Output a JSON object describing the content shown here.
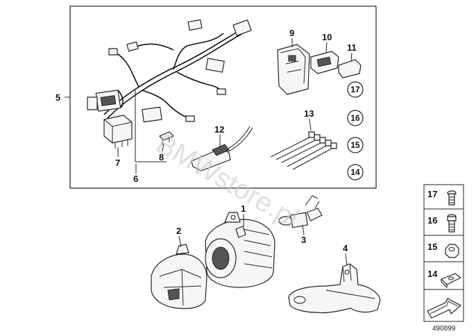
{
  "diagram": {
    "watermark": "BMWstore.pl",
    "reference_number": "490899",
    "callouts": [
      "1",
      "2",
      "3",
      "4",
      "5",
      "6",
      "7",
      "8",
      "9",
      "10",
      "11",
      "12",
      "13"
    ],
    "circled_callouts": [
      "17",
      "16",
      "15",
      "14"
    ],
    "legend": [
      {
        "label": "17",
        "icon": "screw-icon"
      },
      {
        "label": "16",
        "icon": "bolt-icon"
      },
      {
        "label": "15",
        "icon": "nut-icon"
      },
      {
        "label": "14",
        "icon": "clip-nut-icon"
      }
    ],
    "legend_footer_icon": "arrow-icon"
  }
}
